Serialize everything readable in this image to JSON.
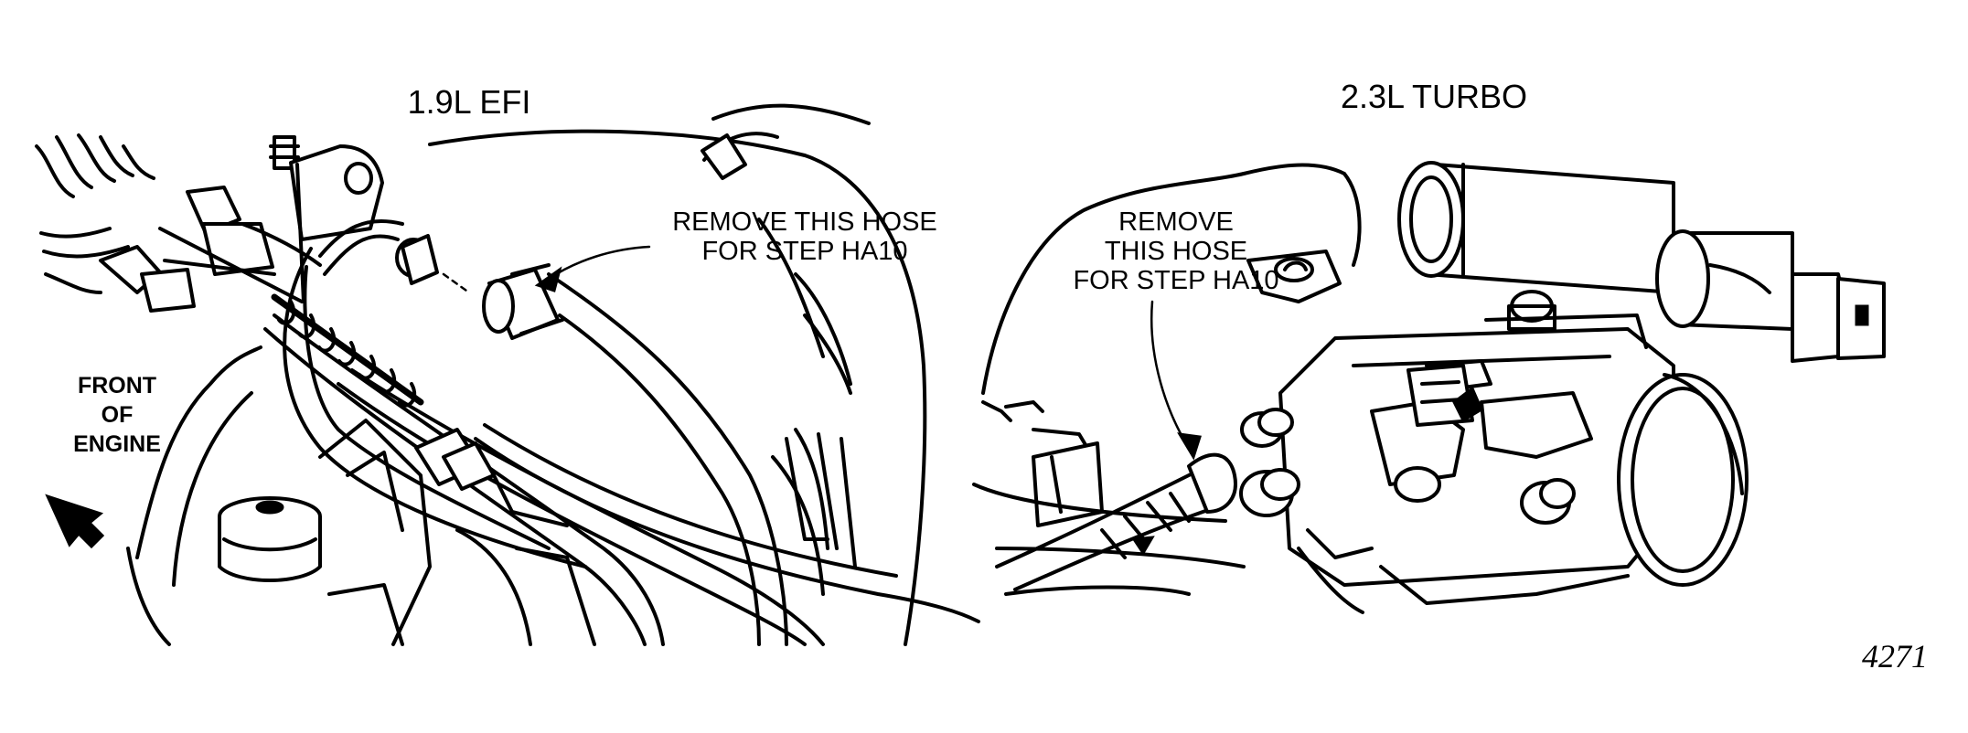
{
  "left_panel": {
    "title": "1.9L EFI",
    "callout_line1": "REMOVE THIS HOSE",
    "callout_line2": "FOR STEP HA10",
    "front_line1": "FRONT",
    "front_line2": "OF",
    "front_line3": "ENGINE"
  },
  "right_panel": {
    "title": "2.3L TURBO",
    "callout_line1": "REMOVE",
    "callout_line2": "THIS HOSE",
    "callout_line3": "FOR STEP HA10"
  },
  "figure_number": "4271",
  "icons": {
    "front_arrow": "direction-arrow-icon"
  }
}
